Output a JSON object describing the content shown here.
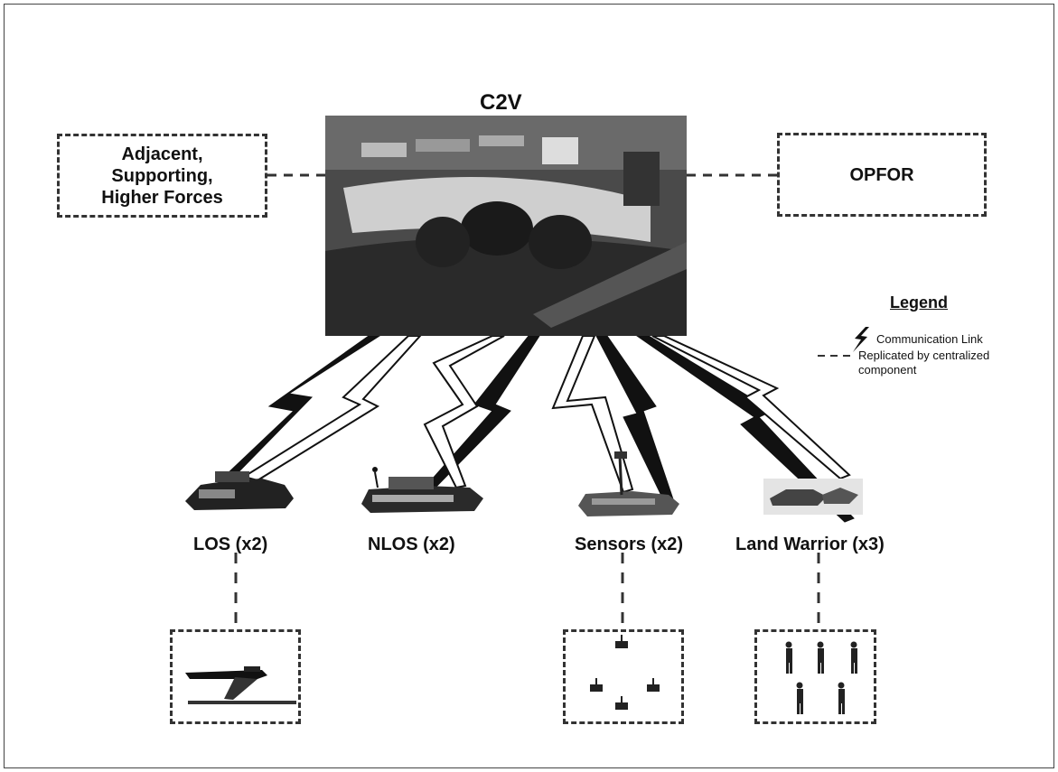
{
  "title": "C2V",
  "boxes": {
    "adjacent": "Adjacent, Supporting, Higher Forces",
    "opfor": "OPFOR"
  },
  "nodes": {
    "los": "LOS (x2)",
    "nlos": "NLOS (x2)",
    "sensors": "Sensors (x2)",
    "land_warrior": "Land Warrior (x3)"
  },
  "legend": {
    "title": "Legend",
    "comm_link": "Communication Link",
    "replicated": "Replicated by centralized component"
  }
}
